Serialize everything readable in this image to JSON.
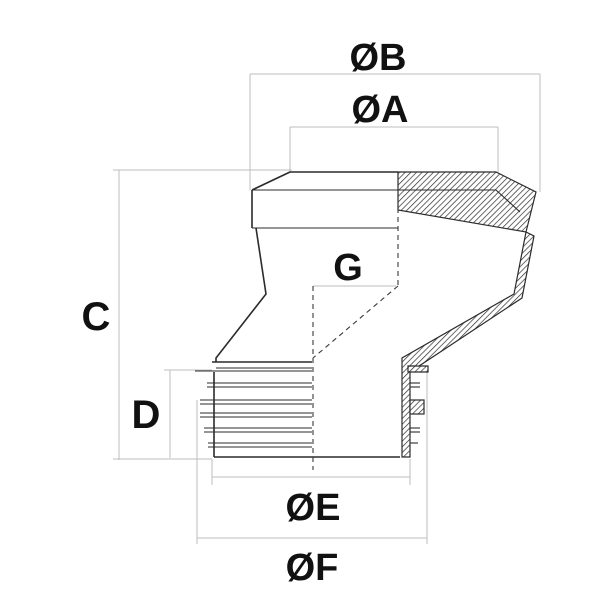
{
  "labels": {
    "dim_b": "ØB",
    "dim_a": "ØA",
    "dim_g": "G",
    "dim_c": "C",
    "dim_d": "D",
    "dim_e": "ØE",
    "dim_f": "ØF"
  }
}
